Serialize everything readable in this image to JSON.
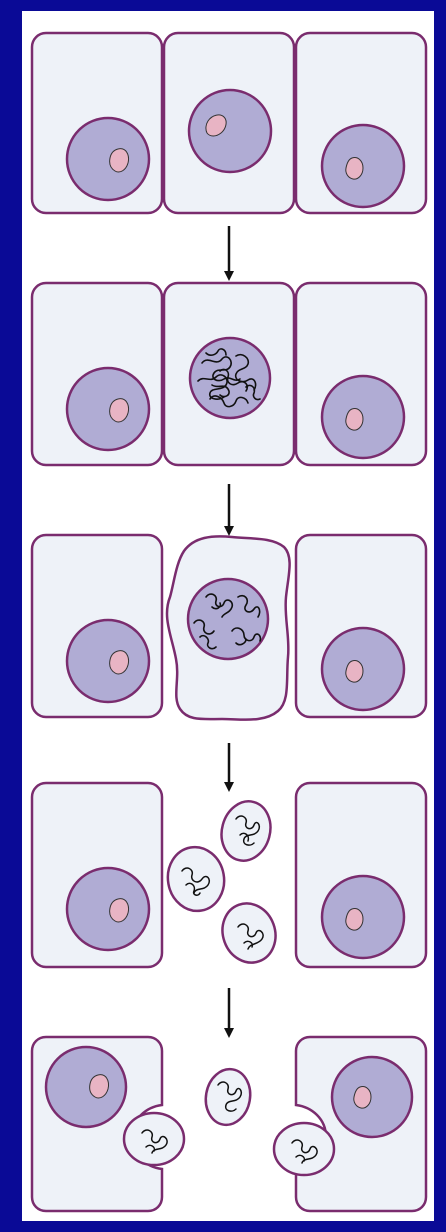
{
  "figure": {
    "colors": {
      "frame_background": "#0a0a96",
      "panel_background": "#ffffff",
      "cell_fill": "#eef2f8",
      "outline": "#7a2c6e",
      "nucleus_fill": "#b0acd4",
      "nucleolus_fill": "#e8b4c4",
      "chromatin": "#111111",
      "arrow": "#111111"
    },
    "stages": [
      {
        "stage": 1,
        "state": "three-normal-cells"
      },
      {
        "stage": 2,
        "state": "middle-cell-chromatin-condensation"
      },
      {
        "stage": 3,
        "state": "middle-cell-shrinkage-nuclear-fragmentation"
      },
      {
        "stage": 4,
        "state": "apoptotic-bodies-released"
      },
      {
        "stage": 5,
        "state": "apoptotic-bodies-phagocytosed-by-neighbours"
      }
    ],
    "arrows": [
      {
        "from_stage": 1,
        "to_stage": 2
      },
      {
        "from_stage": 2,
        "to_stage": 3
      },
      {
        "from_stage": 3,
        "to_stage": 4
      },
      {
        "from_stage": 4,
        "to_stage": 5
      }
    ]
  }
}
